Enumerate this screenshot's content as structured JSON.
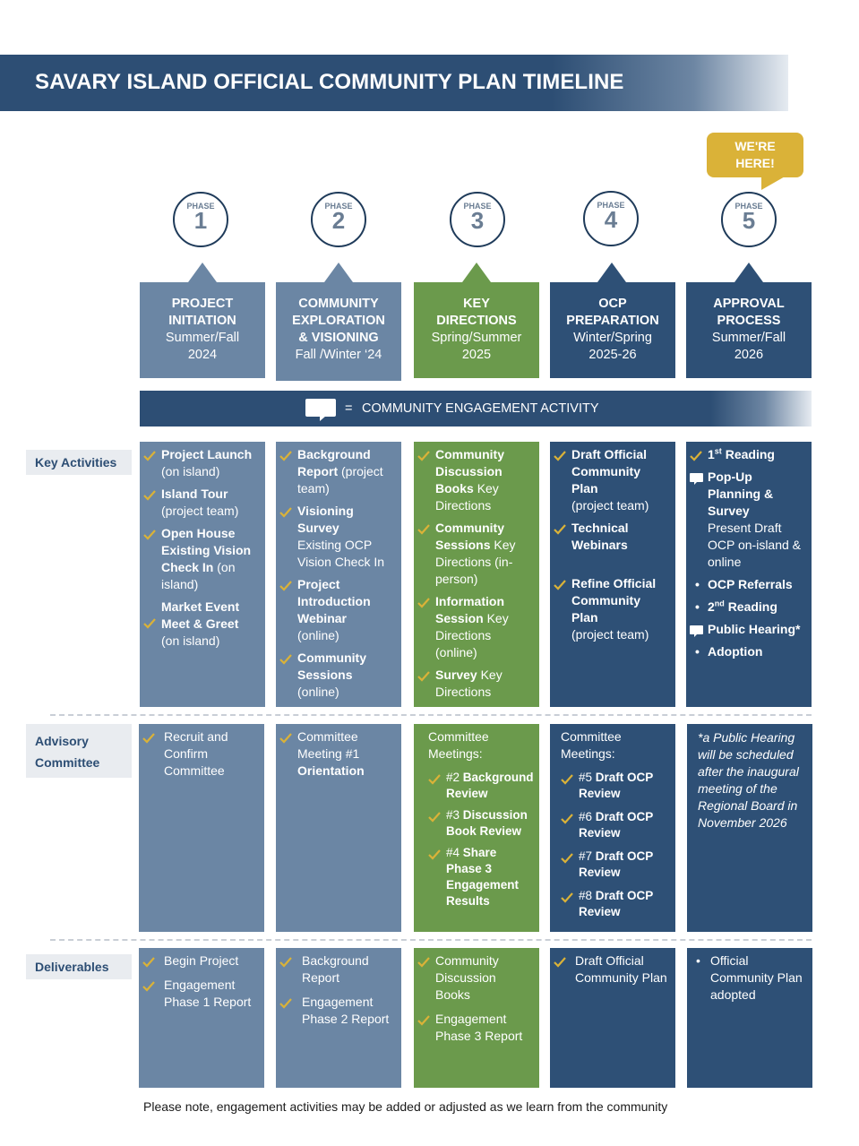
{
  "title": "SAVARY ISLAND OFFICIAL COMMUNITY PLAN TIMELINE",
  "here_label_1": "WE'RE",
  "here_label_2": "HERE!",
  "phase_word": "PHASE",
  "phases": [
    {
      "num": "1",
      "title_1": "PROJECT",
      "title_2": "INITIATION",
      "title_3": "",
      "date_1": "Summer/Fall",
      "date_2": "2024"
    },
    {
      "num": "2",
      "title_1": "COMMUNITY",
      "title_2": "EXPLORATION",
      "title_3": "& VISIONING",
      "date_1": "Fall /Winter ‘24",
      "date_2": ""
    },
    {
      "num": "3",
      "title_1": "KEY",
      "title_2": "DIRECTIONS",
      "title_3": "",
      "date_1": "Spring/Summer",
      "date_2": "2025"
    },
    {
      "num": "4",
      "title_1": "OCP",
      "title_2": "PREPARATION",
      "title_3": "",
      "date_1": "Winter/Spring",
      "date_2": "2025-26"
    },
    {
      "num": "5",
      "title_1": "APPROVAL",
      "title_2": "PROCESS",
      "title_3": "",
      "date_1": "Summer/Fall",
      "date_2": "2026"
    }
  ],
  "legend": {
    "equals": "=",
    "label": "COMMUNITY ENGAGEMENT ACTIVITY"
  },
  "rows": {
    "key_activities": "Key Activities",
    "advisory_1": "Advisory",
    "advisory_2": "Committee",
    "deliverables": "Deliverables"
  },
  "activities": {
    "p1": [
      {
        "bold": "Project Launch",
        "rest": "(on island)"
      },
      {
        "bold": "Island Tour",
        "rest": "(project team)"
      },
      {
        "bold": "Open House Existing Vision Check In",
        "rest": "(on island)"
      },
      {
        "bold": "Market Event Meet & Greet",
        "rest": "(on island)"
      }
    ],
    "p2": [
      {
        "bold": "Background Report",
        "rest": "(project team)"
      },
      {
        "bold": "Visioning Survey",
        "rest": "Existing OCP Vision Check In"
      },
      {
        "bold": "Project Introduction Webinar",
        "rest": "(online)"
      },
      {
        "bold": "Community Sessions",
        "rest": "(online)"
      }
    ],
    "p3": [
      {
        "bold": "Community Discussion Books",
        "rest": "Key Directions"
      },
      {
        "bold": "Community Sessions",
        "rest": "Key Directions (in-person)"
      },
      {
        "bold": "Information Session",
        "rest": "Key Directions (online)"
      },
      {
        "bold": "Survey",
        "rest": "Key Directions"
      }
    ],
    "p4": [
      {
        "bold": "Draft Official Community Plan",
        "rest": "(project team)"
      },
      {
        "bold": "Technical Webinars",
        "rest": ""
      },
      {
        "bold": "Refine Official Community Plan",
        "rest": "(project team)"
      }
    ],
    "p5": {
      "reading1_num": "1",
      "reading1_sup": "st",
      "reading1_text": "Reading",
      "popup_bold": "Pop-Up Planning & Survey",
      "popup_rest": "Present Draft OCP on-island & online",
      "referrals": "OCP Referrals",
      "reading2_num": "2",
      "reading2_sup": "nd",
      "reading2_text": "Reading",
      "hearing": "Public Hearing*",
      "adoption": "Adoption"
    }
  },
  "advisory": {
    "p1": "Recruit and Confirm Committee",
    "p2_plain": "Committee Meeting #1",
    "p2_bold": "Orientation",
    "p3_head": "Committee Meetings:",
    "p3": [
      {
        "num": "#2",
        "bold": "Background Review"
      },
      {
        "num": "#3",
        "bold": "Discussion Book Review"
      },
      {
        "num": "#4",
        "bold": "Share Phase 3 Engagement Results"
      }
    ],
    "p4_head": "Committee Meetings:",
    "p4": [
      {
        "num": "#5",
        "bold": "Draft OCP Review"
      },
      {
        "num": "#6",
        "bold": "Draft OCP Review"
      },
      {
        "num": "#7",
        "bold": "Draft OCP Review"
      },
      {
        "num": "#8",
        "bold": "Draft OCP Review"
      }
    ],
    "p5_note": "*a Public Hearing will be scheduled after the inaugural meeting of the Regional Board in November 2026"
  },
  "deliverables": {
    "p1": [
      "Begin Project",
      "Engagement Phase 1 Report"
    ],
    "p2": [
      "Background Report",
      "Engagement Phase 2 Report"
    ],
    "p3": [
      "Community Discussion Books",
      "Engagement Phase 3 Report"
    ],
    "p4": [
      "Draft Official Community Plan"
    ],
    "p5": [
      "Official Community Plan adopted"
    ]
  },
  "footnote": "Please note, engagement activities may be added or adjusted as we learn from the community",
  "colors": {
    "navy": "#2e5076",
    "grey_blue": "#6b86a4",
    "green": "#6b9a4c",
    "gold": "#dab238"
  }
}
